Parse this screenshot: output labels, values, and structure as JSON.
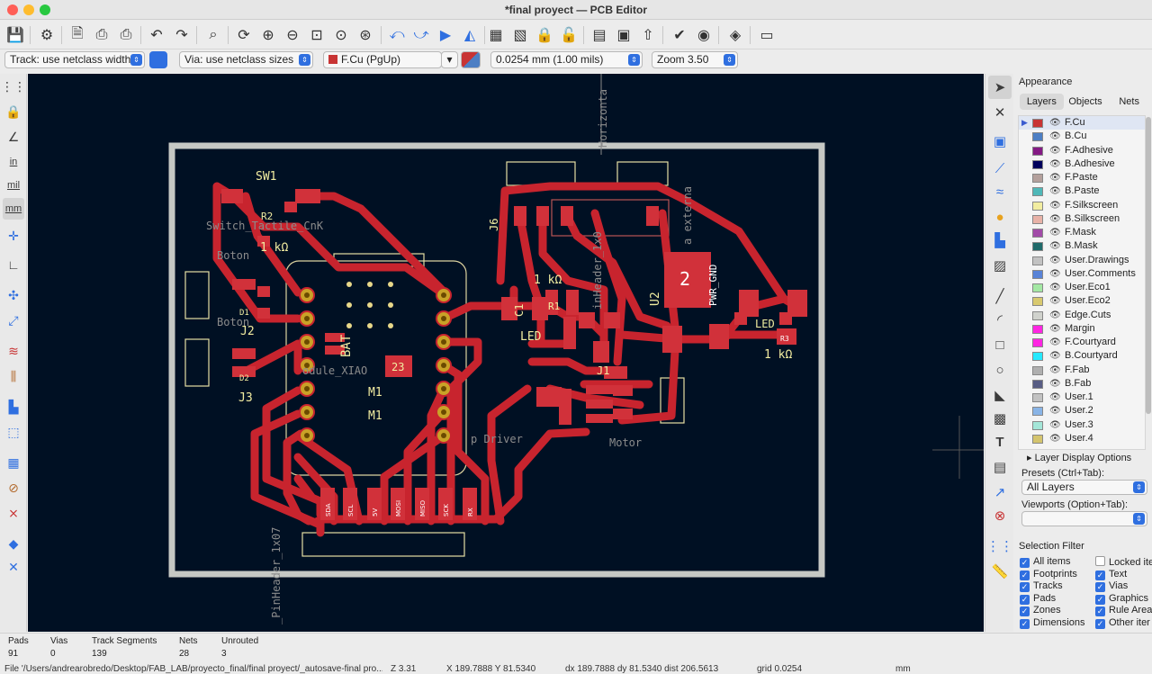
{
  "window": {
    "title": "*final proyect — PCB Editor"
  },
  "toolbar": {
    "track_width": "Track: use netclass width",
    "via_size": "Via: use netclass sizes",
    "layer": "F.Cu (PgUp)",
    "grid": "0.0254 mm (1.00 mils)",
    "zoom": "Zoom 3.50"
  },
  "left_toolbar": {
    "unit_in": "in",
    "unit_mil": "mil",
    "unit_mm": "mm"
  },
  "appearance": {
    "title": "Appearance",
    "tabs": [
      "Layers",
      "Objects",
      "Nets"
    ],
    "layers": [
      {
        "name": "F.Cu",
        "color": "#c83434"
      },
      {
        "name": "B.Cu",
        "color": "#4d7fc4"
      },
      {
        "name": "F.Adhesive",
        "color": "#841a84"
      },
      {
        "name": "B.Adhesive",
        "color": "#00005c"
      },
      {
        "name": "F.Paste",
        "color": "#b4a09c"
      },
      {
        "name": "B.Paste",
        "color": "#4fb8b8"
      },
      {
        "name": "F.Silkscreen",
        "color": "#f2eda1"
      },
      {
        "name": "B.Silkscreen",
        "color": "#e8b2a7"
      },
      {
        "name": "F.Mask",
        "color": "#a24ba8"
      },
      {
        "name": "B.Mask",
        "color": "#1f6a6a"
      },
      {
        "name": "User.Drawings",
        "color": "#c2c2c2"
      },
      {
        "name": "User.Comments",
        "color": "#5983d7"
      },
      {
        "name": "User.Eco1",
        "color": "#a4e8a4"
      },
      {
        "name": "User.Eco2",
        "color": "#d8c96f"
      },
      {
        "name": "Edge.Cuts",
        "color": "#d0d2cd"
      },
      {
        "name": "Margin",
        "color": "#ff26e2"
      },
      {
        "name": "F.Courtyard",
        "color": "#ff26e2"
      },
      {
        "name": "B.Courtyard",
        "color": "#26e9ff"
      },
      {
        "name": "F.Fab",
        "color": "#afafaf"
      },
      {
        "name": "B.Fab",
        "color": "#585d84"
      },
      {
        "name": "User.1",
        "color": "#c2c2c2"
      },
      {
        "name": "User.2",
        "color": "#89b4e6"
      },
      {
        "name": "User.3",
        "color": "#a4e6d8"
      },
      {
        "name": "User.4",
        "color": "#d4c46e"
      }
    ],
    "layer_display_options": "Layer Display Options",
    "presets_label": "Presets (Ctrl+Tab):",
    "presets_value": "All Layers",
    "viewports_label": "Viewports (Option+Tab):"
  },
  "selection_filter": {
    "title": "Selection Filter",
    "left": [
      "All items",
      "Footprints",
      "Tracks",
      "Pads",
      "Zones",
      "Dimensions"
    ],
    "right": [
      "Locked ite",
      "Text",
      "Vias",
      "Graphics",
      "Rule Area",
      "Other iter"
    ]
  },
  "board": {
    "labels": {
      "sw1": "SW1",
      "switch": "Switch_Tactile_CnK",
      "r2": "R2",
      "r2_val": "1 kΩ",
      "boton": "Boton",
      "boton2": "Boton",
      "j2": "J2",
      "j3": "J3",
      "d1": "D1",
      "d2": "D2",
      "bat": "BAT",
      "m1a": "M1",
      "m1b": "M1",
      "pad23": "23",
      "module": "odule_XIAO",
      "j6": "J6",
      "r1_val": "1 kΩ",
      "c1": "C1",
      "r1": "R1",
      "led": "LED",
      "u2": "U2",
      "pwr_gnd_big": "2",
      "pwr_gnd": "PWR_GND",
      "j1": "J1",
      "r3_val": "1 kΩ",
      "led2": "LED",
      "r3": "R3",
      "driver": "p Driver",
      "motor": "Motor",
      "pinheader": "_PinHeader_1x07",
      "horiz": "Horizonta",
      "extern": "a externa",
      "pin1x": "inHeader_1x0"
    },
    "bottom_pins": [
      "SDA",
      "SCL",
      "5V",
      "MOSI",
      "MISO",
      "SCK",
      "RX"
    ]
  },
  "status": {
    "pads_label": "Pads",
    "pads": "91",
    "vias_label": "Vias",
    "vias": "0",
    "tracks_label": "Track Segments",
    "tracks": "139",
    "nets_label": "Nets",
    "nets": "28",
    "unrouted_label": "Unrouted",
    "unrouted": "3",
    "file": "File '/Users/andrearobredo/Desktop/FAB_LAB/proyecto_final/final proyect/_autosave-final pro...",
    "z": "Z 3.31",
    "xy": "X 189.7888  Y 81.5340",
    "dxy": "dx 189.7888  dy 81.5340  dist 206.5613",
    "grid": "grid 0.0254",
    "unit": "mm"
  }
}
